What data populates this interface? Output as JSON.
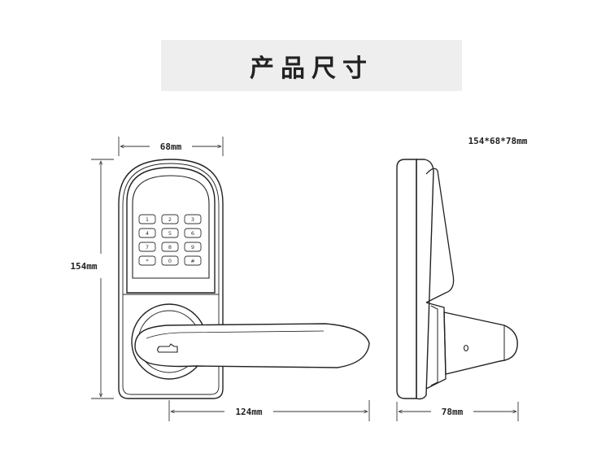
{
  "title": "产品尺寸",
  "overall_dimensions": "154*68*78mm",
  "dimensions": {
    "width": "68mm",
    "height": "154mm",
    "handle_length": "124mm",
    "depth": "78mm"
  },
  "keypad": {
    "keys": [
      "1",
      "2",
      "3",
      "4",
      "5",
      "6",
      "7",
      "8",
      "9",
      "*",
      "0",
      "#"
    ]
  }
}
